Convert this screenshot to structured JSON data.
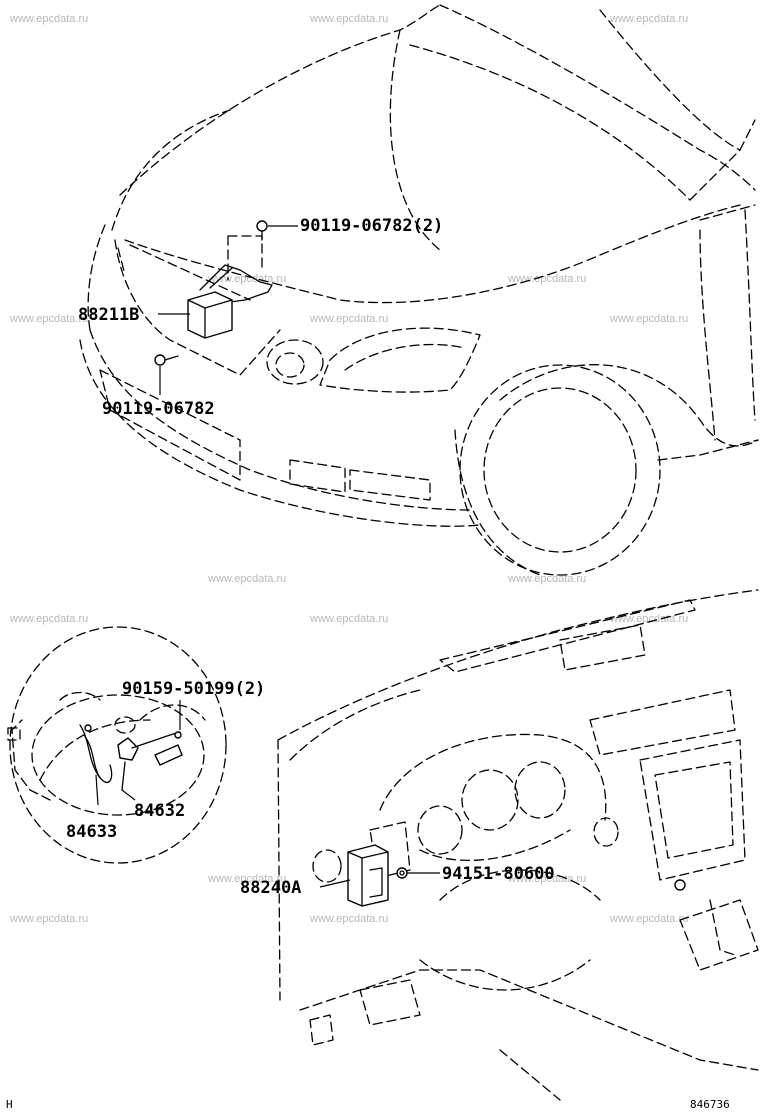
{
  "watermark": "www.epcdata.ru",
  "labels": {
    "clip_pair": "90119-06782(2)",
    "module_front": "88211B",
    "bolt_front": "90119-06782",
    "screw_pair": "90159-50199(2)",
    "switch_main": "84632",
    "switch_sub": "84633",
    "module_dash": "88240A",
    "grommet": "94151-80600"
  },
  "footer": {
    "left": "H",
    "right": "846736"
  }
}
